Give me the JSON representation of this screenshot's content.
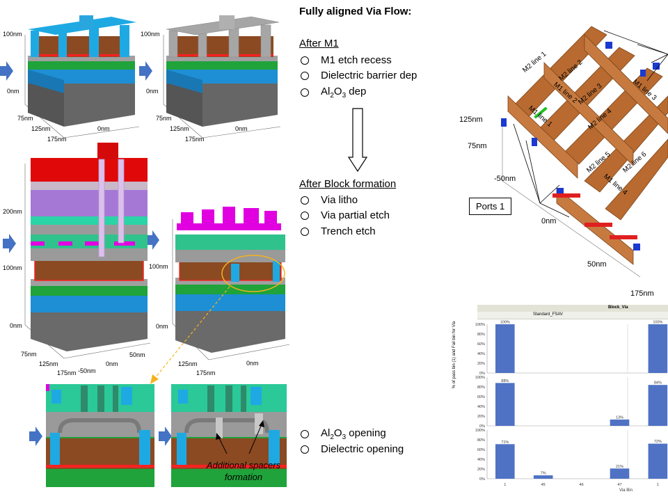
{
  "flow": {
    "title": "Fully aligned Via Flow:",
    "after_m1": {
      "heading": "After M1",
      "items": [
        "M1 etch recess",
        "Dielectric barrier dep",
        "Al2O3 dep"
      ]
    },
    "after_block": {
      "heading": "After Block formation",
      "items": [
        "Via litho",
        "Via partial etch",
        "Trench etch"
      ]
    },
    "opening": {
      "items": [
        "Al2O3 opening",
        "Dielectric opening"
      ]
    }
  },
  "sims": {
    "top_axes": {
      "z_top": "100nm",
      "z_bottom": "0nm",
      "y1": "75nm",
      "y2": "125nm",
      "y3": "175nm",
      "x": "0nm"
    },
    "mid_left_axes": {
      "z_top": "200nm",
      "z_mid": "100nm",
      "z_bottom": "0nm",
      "y1": "75nm",
      "y2": "125nm",
      "y3": "175nm",
      "x1": "-50nm",
      "x2": "0nm",
      "x3": "50nm"
    },
    "mid_right_axes": {
      "z_mid": "100nm",
      "z_bottom": "0nm",
      "y2": "125nm",
      "y3": "175nm",
      "x": "0nm"
    },
    "annotation": "Additional spacers formation"
  },
  "rc_model": {
    "axes": {
      "z1": "125nm",
      "z2": "75nm",
      "x1": "-50nm",
      "x2": "0nm",
      "x3": "50nm",
      "y": "175nm"
    },
    "line_labels": [
      "M2 line 1",
      "M2 line 2",
      "M2 line 3",
      "M2 line 4",
      "M2 line 5",
      "M2 line 6",
      "M1 line 1",
      "M1 line 2",
      "M1 line 3",
      "M1 line 4"
    ],
    "ports_label": "Ports 1"
  },
  "chart_data": {
    "type": "bar",
    "title": "Block_Via",
    "subtitle": "Standard_FSAV",
    "ylabel": "% of pass bin (1) and Fail bin for Via",
    "xlabel": "Via Bin",
    "categories": [
      "1",
      "45",
      "46",
      "47",
      "1"
    ],
    "yticks": [
      "100%",
      "80%",
      "60%",
      "40%",
      "20%",
      "0%"
    ],
    "ylim": [
      0,
      100
    ],
    "panels": [
      {
        "values": [
          100,
          0,
          0,
          0,
          100
        ],
        "labels": [
          "100%",
          "",
          "",
          "",
          "100%"
        ]
      },
      {
        "values": [
          88,
          0,
          0,
          13,
          84
        ],
        "labels": [
          "88%",
          "",
          "",
          "13%",
          "84%"
        ]
      },
      {
        "values": [
          71,
          7,
          0,
          21,
          72
        ],
        "labels": [
          "71%",
          "7%",
          "",
          "21%",
          "72%"
        ]
      }
    ],
    "bar_color": "#4f72c4"
  }
}
